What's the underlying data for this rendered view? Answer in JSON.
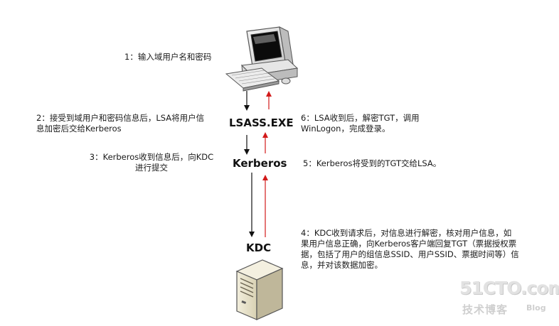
{
  "nodes": {
    "lsass": "LSASS.EXE",
    "kerberos": "Kerberos",
    "kdc": "KDC"
  },
  "steps": {
    "s1": "1：输入域用户名和密码",
    "s2": "2：接受到域用户和密码信息后，LSA将用户信\n息加密后交给Kerberos",
    "s3": "3：Kerberos收到信息后，向KDC\n进行提交",
    "s4": "4：KDC收到请求后，对信息进行解密，核对用户信息，如\n果用户信息正确，向Kerberos客户端回复TGT（票据授权票\n据，包括了用户的组信息SSID、用户SSID、票据时间等）信\n息，并对该数据加密。",
    "s5": "5：Kerberos将受到的TGT交给LSA。",
    "s6": "6：LSA收到后，解密TGT，调用\nWinLogon，完成登录。"
  },
  "watermark": {
    "site": "51CTO.com",
    "sub": "技术博客",
    "blog": "Blog"
  },
  "colors": {
    "forward_arrow": "#111111",
    "return_arrow": "#d21a1a"
  },
  "icons": [
    "workstation-icon",
    "server-icon"
  ]
}
